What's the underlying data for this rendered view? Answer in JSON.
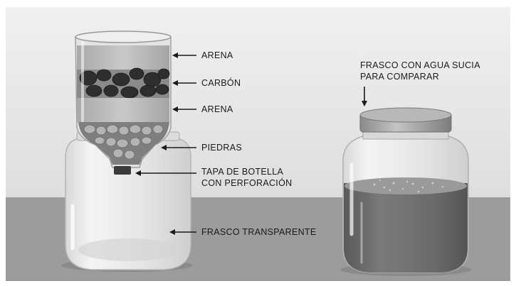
{
  "labels": {
    "arena_top": "ARENA",
    "carbon": "CARBÓN",
    "arena_bottom": "ARENA",
    "piedras": "PIEDRAS",
    "tapa_line1": "TAPA DE BOTELLA",
    "tapa_line2": "CON PERFORACIÓN",
    "frasco_transparente": "FRASCO TRANSPARENTE",
    "frasco_sucia_line1": "FRASCO CON AGUA SUCIA",
    "frasco_sucia_line2": "PARA COMPARAR"
  },
  "colors": {
    "background_wall": "#e9e9e9",
    "table": "#9c9c9c",
    "sand": "#bdbdbd",
    "charcoal": "#2e2e2e",
    "stones": "#8f8f8f",
    "dirty_water": "#6e6e6e"
  }
}
